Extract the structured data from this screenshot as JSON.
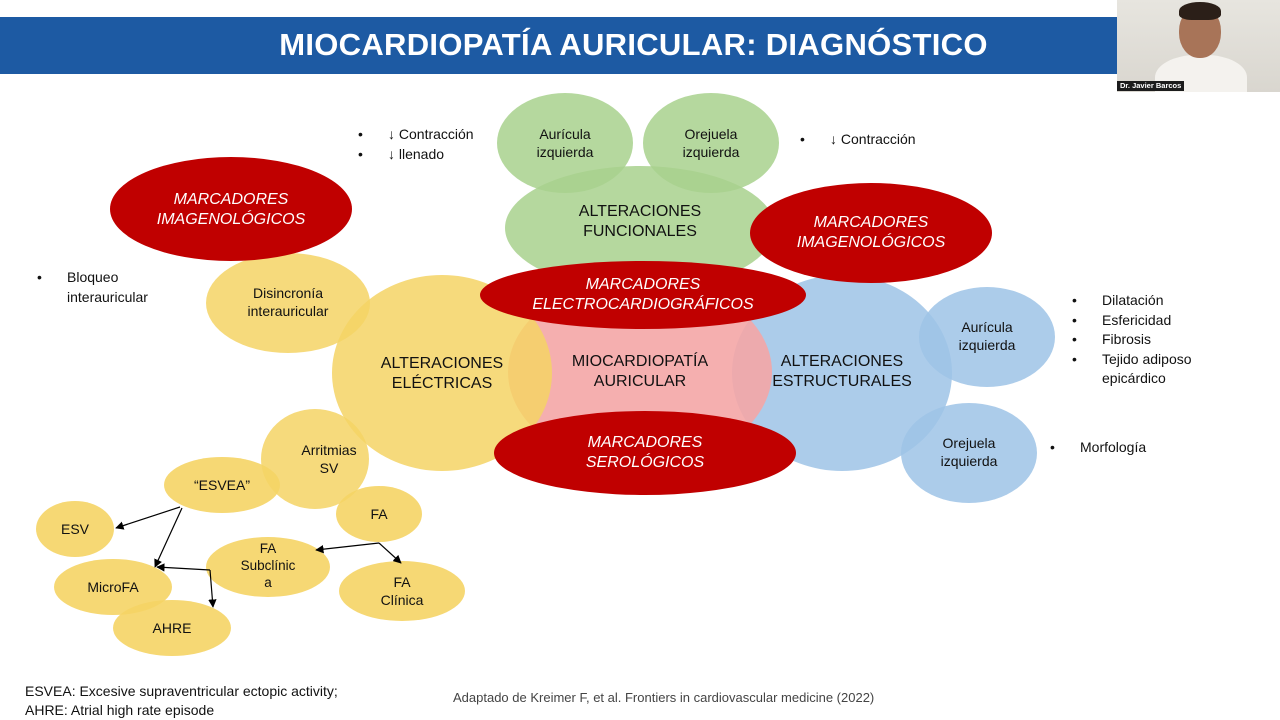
{
  "title": "MIOCARDIOPATÍA AURICULAR: DIAGNÓSTICO",
  "webcam": {
    "name": "Dr. Javier Barcos"
  },
  "colors": {
    "banner": "#1d5aa3",
    "yellow": "#f5d465",
    "green": "#a8d18d",
    "blue": "#9dc3e6",
    "red": "#c00000",
    "pink": "#f4a6a6"
  },
  "nodes": {
    "center": "MIOCARDIOPATÍA\nAURICULAR",
    "electricas": "ALTERACIONES\nELÉCTRICAS",
    "funcionales": "ALTERACIONES\nFUNCIONALES",
    "estructurales": "ALTERACIONES\nESTRUCTURALES",
    "aur_izq_green": "Aurícula\nizquierda",
    "orej_izq_green": "Orejuela\nizquierda",
    "aur_izq_blue": "Aurícula\nizquierda",
    "orej_izq_blue": "Orejuela\nizquierda",
    "disincronia": "Disincronía\ninterauricular",
    "arritmias": "Arritmias\nSV",
    "esvea": "“ESVEA”",
    "fa": "FA",
    "esv": "ESV",
    "microfa": "MicroFA",
    "fa_subclinica": "FA\nSubclínic\na",
    "fa_clinica": "FA\nClínica",
    "ahre": "AHRE"
  },
  "markers": {
    "imagen_left": "MARCADORES\nIMAGENOLÓGICOS",
    "imagen_right": "MARCADORES\nIMAGENOLÓGICOS",
    "ecg": "MARCADORES\nELECTROCARDIOGRÁFICOS",
    "serologicos": "MARCADORES\nSEROLÓGICOS"
  },
  "bullets": {
    "aur_green": [
      "↓ Contracción",
      "↓ llenado"
    ],
    "orej_green": [
      "↓ Contracción"
    ],
    "bloqueo": [
      "Bloqueo\ninterauricular"
    ],
    "aur_blue": [
      "Dilatación",
      "Esfericidad",
      "Fibrosis",
      "Tejido adiposo\nepicárdico"
    ],
    "orej_blue": [
      "Morfología"
    ]
  },
  "footer": {
    "abbrev1": "ESVEA: Excesive supraventricular ectopic activity;",
    "abbrev2": "AHRE: Atrial high rate episode",
    "source": "Adaptado de Kreimer F, et al. Frontiers in cardiovascular medicine (2022)"
  }
}
